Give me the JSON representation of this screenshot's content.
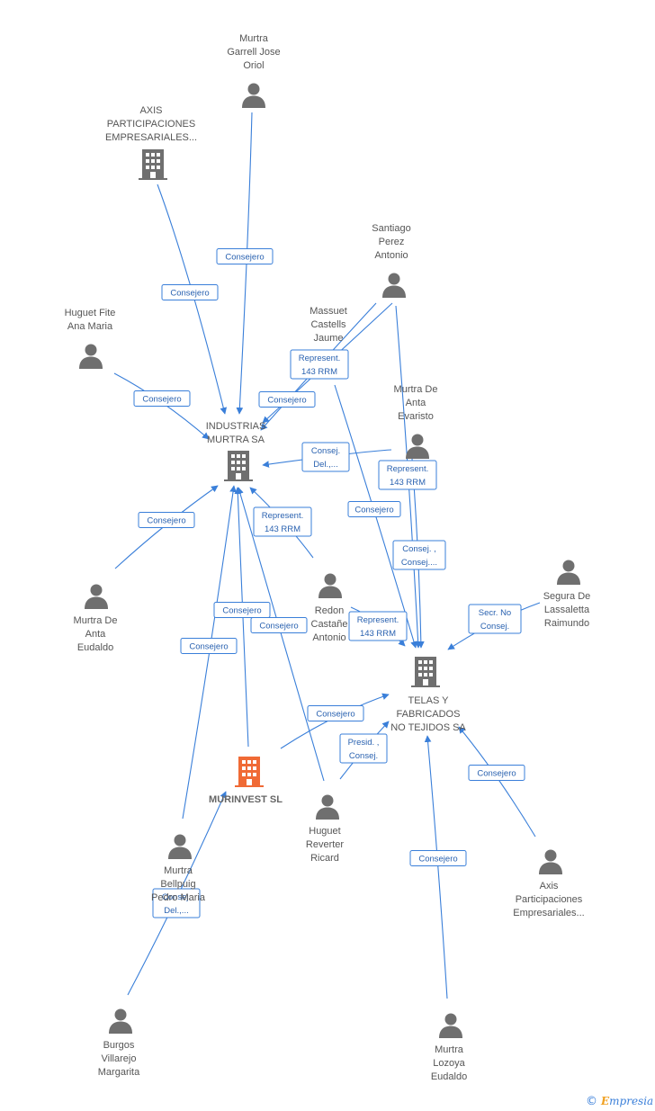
{
  "colors": {
    "edge": "#3a7fd9",
    "edge_text": "#2a62b0",
    "node_icon": "#6f6f6f",
    "focus_icon": "#f06a35",
    "label": "#555555"
  },
  "nodes": [
    {
      "id": "murtra_garrell",
      "type": "person",
      "lines": [
        "Murtra",
        "Garrell Jose",
        "Oriol"
      ]
    },
    {
      "id": "axis_part",
      "type": "company",
      "lines": [
        "AXIS",
        "PARTICIPACIONES",
        "EMPRESARIALES..."
      ]
    },
    {
      "id": "santiago",
      "type": "person",
      "lines": [
        "Santiago",
        "Perez",
        "Antonio"
      ]
    },
    {
      "id": "huguet_fite",
      "type": "person",
      "lines": [
        "Huguet Fite",
        "Ana Maria"
      ]
    },
    {
      "id": "massuet",
      "type": "person",
      "lines": [
        "Massuet",
        "Castells",
        "Jaume"
      ]
    },
    {
      "id": "industrias",
      "type": "company",
      "lines": [
        "INDUSTRIAS",
        "MURTRA SA"
      ]
    },
    {
      "id": "murtra_anta_evaristo",
      "type": "person",
      "lines": [
        "Murtra De",
        "Anta",
        "Evaristo"
      ]
    },
    {
      "id": "segura",
      "type": "person",
      "lines": [
        "Segura De",
        "Lassaletta",
        "Raimundo"
      ]
    },
    {
      "id": "murtra_anta_eudaldo",
      "type": "person",
      "lines": [
        "Murtra De",
        "Anta",
        "Eudaldo"
      ]
    },
    {
      "id": "redon",
      "type": "person",
      "lines": [
        "Redon",
        "Castañe",
        "Antonio"
      ]
    },
    {
      "id": "telas",
      "type": "company",
      "lines": [
        "TELAS Y",
        "FABRICADOS",
        "NO TEJIDOS SA"
      ]
    },
    {
      "id": "murinvest",
      "type": "focus",
      "lines": [
        "MURINVEST SL"
      ]
    },
    {
      "id": "huguet_reverter",
      "type": "person",
      "lines": [
        "Huguet",
        "Reverter",
        "Ricard"
      ]
    },
    {
      "id": "murtra_bellpuig",
      "type": "person",
      "lines": [
        "Murtra",
        "Bellpuig",
        "Pedro Maria"
      ]
    },
    {
      "id": "axis_lower",
      "type": "person",
      "lines": [
        "Axis",
        "Participaciones",
        "Empresariales..."
      ]
    },
    {
      "id": "burgos",
      "type": "person",
      "lines": [
        "Burgos",
        "Villarejo",
        "Margarita"
      ]
    },
    {
      "id": "murtra_lozoya",
      "type": "person",
      "lines": [
        "Murtra",
        "Lozoya",
        "Eudaldo"
      ]
    }
  ],
  "edge_labels": [
    {
      "id": "e1",
      "lines": [
        "Consejero"
      ]
    },
    {
      "id": "e2",
      "lines": [
        "Consejero"
      ]
    },
    {
      "id": "e3",
      "lines": [
        "Consejero"
      ]
    },
    {
      "id": "e4",
      "lines": [
        "Represent.",
        "143 RRM"
      ]
    },
    {
      "id": "e5",
      "lines": [
        "Consejero"
      ]
    },
    {
      "id": "e6",
      "lines": [
        "Consej.",
        "Del.,..."
      ]
    },
    {
      "id": "e7",
      "lines": [
        "Represent.",
        "143 RRM"
      ]
    },
    {
      "id": "e8",
      "lines": [
        "Consejero"
      ]
    },
    {
      "id": "e9",
      "lines": [
        "Consejero"
      ]
    },
    {
      "id": "e10",
      "lines": [
        "Represent.",
        "143 RRM"
      ]
    },
    {
      "id": "e11",
      "lines": [
        "Consej. ,",
        "Consej...."
      ]
    },
    {
      "id": "e12",
      "lines": [
        "Secr.  No",
        "Consej."
      ]
    },
    {
      "id": "e13",
      "lines": [
        "Consejero"
      ]
    },
    {
      "id": "e14",
      "lines": [
        "Consejero"
      ]
    },
    {
      "id": "e15",
      "lines": [
        "Consejero"
      ]
    },
    {
      "id": "e16",
      "lines": [
        "Represent.",
        "143 RRM"
      ]
    },
    {
      "id": "e17",
      "lines": [
        "Consejero"
      ]
    },
    {
      "id": "e18",
      "lines": [
        "Presid. ,",
        "Consej."
      ]
    },
    {
      "id": "e19",
      "lines": [
        "Consejero"
      ]
    },
    {
      "id": "e20",
      "lines": [
        "Consej.",
        "Del.,..."
      ]
    },
    {
      "id": "e21",
      "lines": [
        "Consejero"
      ]
    }
  ],
  "footer": {
    "copyright": "©",
    "brand_e": "E",
    "brand_rest": "mpresia"
  }
}
